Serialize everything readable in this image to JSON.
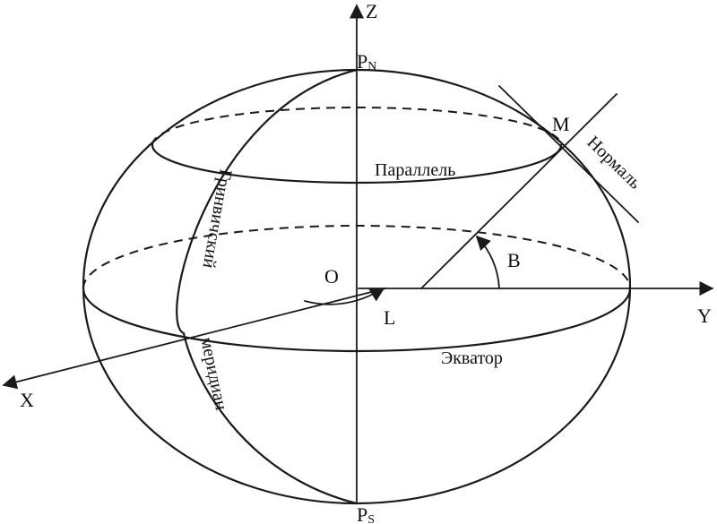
{
  "labels": {
    "z_axis": "Z",
    "y_axis": "Y",
    "x_axis": "X",
    "origin": "O",
    "pole_north_main": "P",
    "pole_north_sub": "N",
    "pole_south_main": "P",
    "pole_south_sub": "S",
    "point_m": "M",
    "normal": "Нормаль",
    "parallel": "Параллель",
    "latitude_angle": "B",
    "longitude_angle": "L",
    "equator": "Экватор",
    "greenwich": "Гринвичский",
    "meridian": "меридиан"
  }
}
